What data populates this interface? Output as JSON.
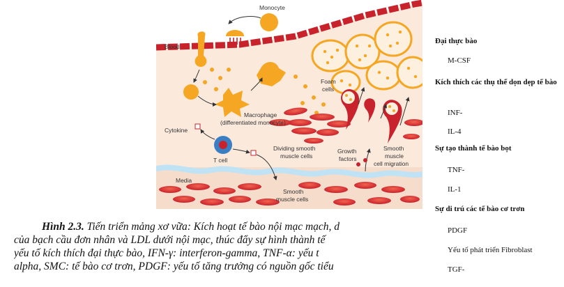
{
  "figure": {
    "labels": {
      "monocyte": "Monocyte",
      "blood": "Blood",
      "foam_cells_1": "Foam",
      "foam_cells_2": "cells",
      "macrophage_1": "Macrophage",
      "macrophage_2": "(differentiated monocyte)",
      "cytokine": "Cytokine",
      "dividing_1": "Dividing smooth",
      "dividing_2": "muscle cells",
      "growth_1": "Growth",
      "growth_2": "factors",
      "smc_migration_1": "Smooth",
      "smc_migration_2": "muscle",
      "smc_migration_3": "cell migration",
      "t_cell": "T cell",
      "media": "Media",
      "smooth_muscle_1": "Smooth",
      "smooth_muscle_2": "muscle cells"
    }
  },
  "caption": {
    "title": "Hình 2.3.",
    "line1": " Tiến triển mảng xơ vữa: Kích hoạt tế bào nội mạc mạch, d",
    "line2": "của bạch cầu đơn nhân và LDL dưới nội mạc, thúc đẩy sự hình thành tế",
    "line3": "yếu tố kích thích đại thực bào, IFN-γ: interferon-gamma, TNF-α: yếu t",
    "line4": "alpha, SMC: tế bào cơ trơn, PDGF: yếu tố tăng trưởng có nguồn gốc tiểu"
  },
  "sidebar": {
    "h1": "Đại thực bào",
    "i1": "M-CSF",
    "h2": "Kích thích các thụ thể dọn dẹp tế bào",
    "i2": "INF-",
    "i3": "IL-4",
    "h3": "Sự tạo thành tế bào bọt",
    "i4": "TNF-",
    "i5": "IL-1",
    "h4": "Sự di trú các tế bào cơ trơn",
    "i6": "PDGF",
    "i7": "Yếu tố phát triển Fibroblast",
    "i8": "TGF-"
  },
  "colors": {
    "orange": "#f5a623",
    "endothelium": "#c8232c",
    "media_bg": "#f9e4d6",
    "wave": "#bfe3f5",
    "tcell": "#3a7fc4"
  }
}
